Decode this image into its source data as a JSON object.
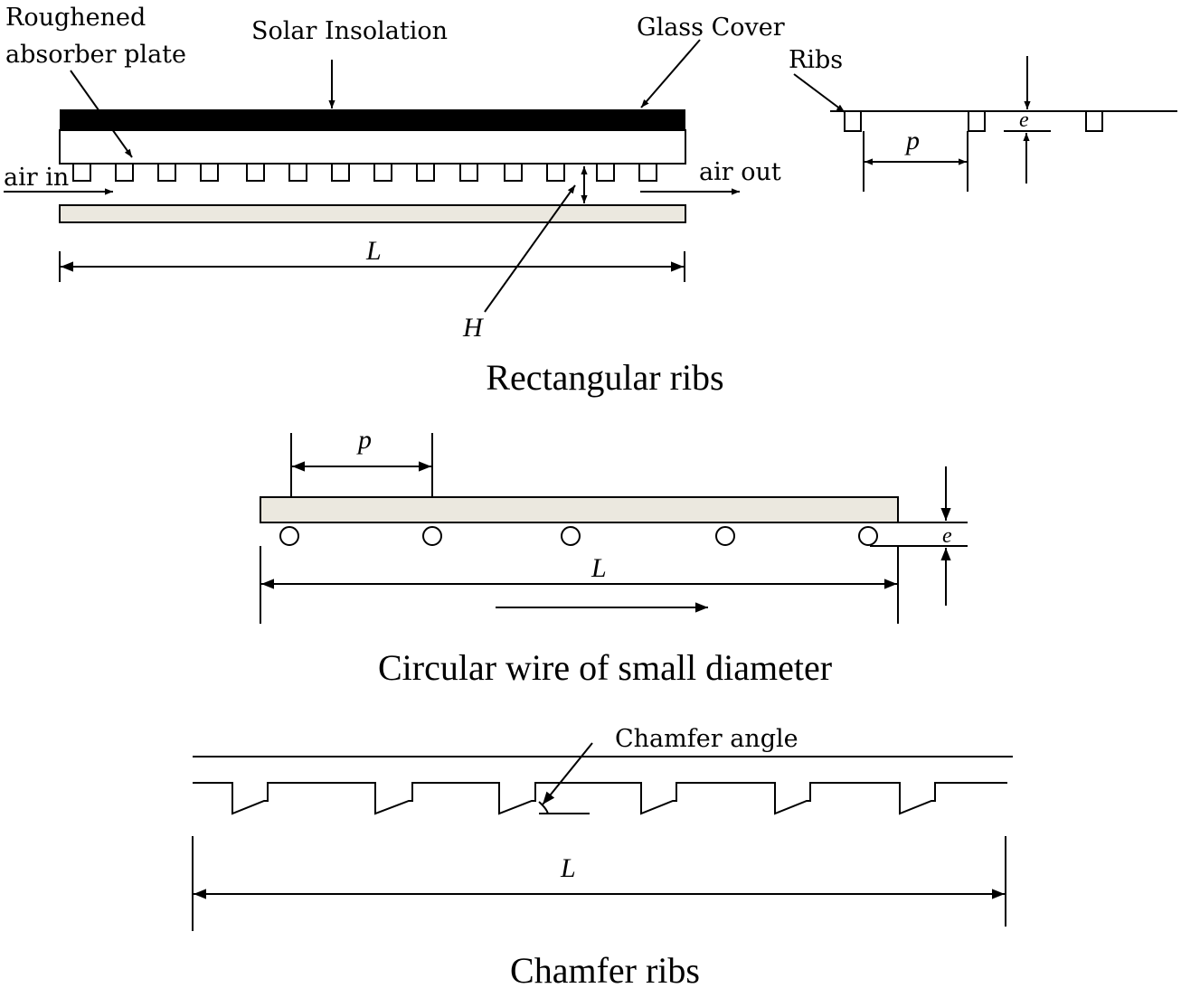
{
  "rectangular": {
    "label_roughened_1": "Roughened",
    "label_roughened_2": "absorber plate",
    "label_solar": "Solar Insolation",
    "label_glass": "Glass Cover",
    "label_air_in": "air in",
    "label_air_out": "air out",
    "label_L": "L",
    "label_H": "H",
    "label_ribs": "Ribs",
    "label_p": "p",
    "label_e": "e",
    "caption": "Rectangular ribs"
  },
  "circular": {
    "label_p": "p",
    "label_L": "L",
    "label_e": "e",
    "caption": "Circular wire of small diameter"
  },
  "chamfer": {
    "label_angle": "Chamfer angle",
    "label_L": "L",
    "caption": "Chamfer ribs"
  },
  "colors": {
    "duct_plate": "#ebe8df",
    "glass_cover": "#000000"
  }
}
